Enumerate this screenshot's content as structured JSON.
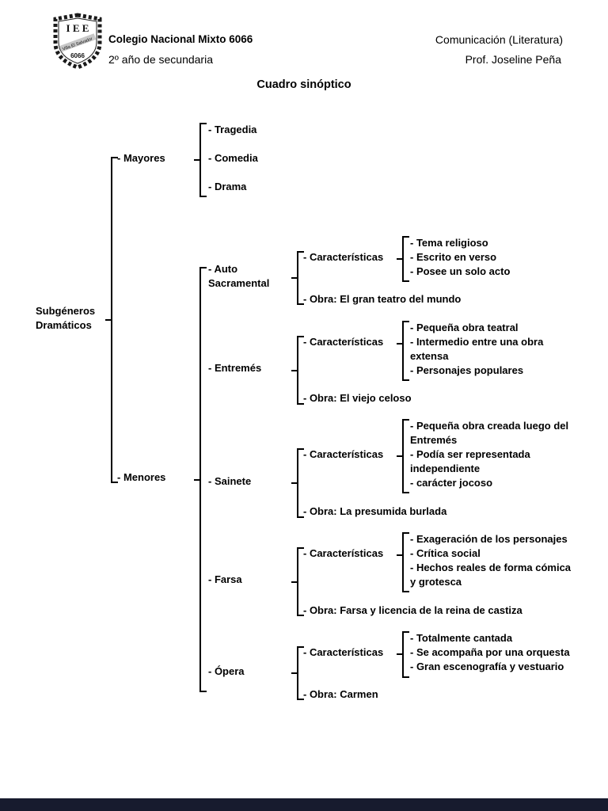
{
  "header": {
    "school_name": "Colegio Nacional Mixto 6066",
    "grade": "2º año de secundaria",
    "course": "Comunicación (Literatura)",
    "teacher": "Prof. Joseline Peña",
    "logo": {
      "initials": "I E E",
      "ribbon": "Villa El Salvador",
      "number": "6066"
    }
  },
  "title": "Cuadro sinóptico",
  "diagram": {
    "root_label": "Subgéneros\nDramáticos",
    "mayores": {
      "label": "- Mayores",
      "items": [
        "- Tragedia",
        "- Comedia",
        "- Drama"
      ]
    },
    "menores": {
      "label": "- Menores",
      "subgenres": [
        {
          "name": "- Auto\nSacramental",
          "caract_label": "- Características",
          "caracteristicas": [
            "- Tema religioso",
            "- Escrito en verso",
            "- Posee un solo acto"
          ],
          "obra": "- Obra: El gran teatro del mundo"
        },
        {
          "name": "- Entremés",
          "caract_label": "- Características",
          "caracteristicas": [
            "- Pequeña obra teatral",
            "- Intermedio entre una obra\nextensa",
            "- Personajes populares"
          ],
          "obra": "- Obra: El viejo celoso"
        },
        {
          "name": "- Sainete",
          "caract_label": "- Características",
          "caracteristicas": [
            "- Pequeña obra creada luego del\nEntremés",
            "- Podía ser representada\nindependiente",
            "- carácter jocoso"
          ],
          "obra": "- Obra: La presumida burlada"
        },
        {
          "name": "- Farsa",
          "caract_label": "- Características",
          "caracteristicas": [
            "- Exageración de los personajes",
            "- Crítica social",
            "- Hechos reales de forma cómica\ny grotesca"
          ],
          "obra": "- Obra:  Farsa y licencia de la reina de castiza"
        },
        {
          "name": "- Ópera",
          "caract_label": "- Características",
          "caracteristicas": [
            "- Totalmente cantada",
            "- Se acompaña por una orquesta",
            "- Gran escenografía y vestuario"
          ],
          "obra": "- Obra: Carmen"
        }
      ]
    }
  }
}
